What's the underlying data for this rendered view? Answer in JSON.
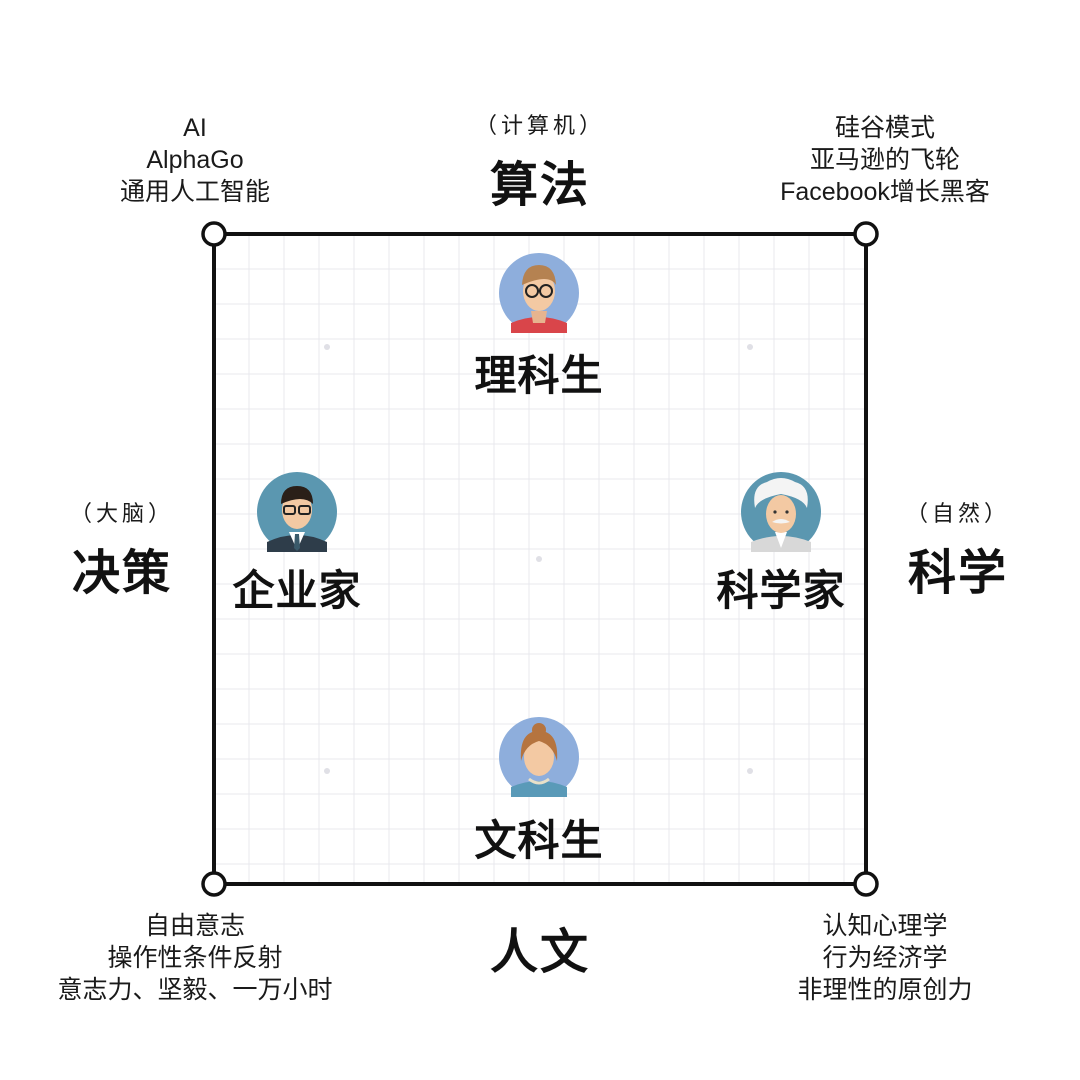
{
  "axes": {
    "top": {
      "sub": "（计算机）",
      "main": "算法"
    },
    "bottom": {
      "main": "人文"
    },
    "left": {
      "sub": "（大脑）",
      "main": "决策"
    },
    "right": {
      "sub": "（自然）",
      "main": "科学"
    }
  },
  "corners": {
    "top_left": [
      "AI",
      "AlphaGo",
      "通用人工智能"
    ],
    "top_right": [
      "硅谷模式",
      "亚马逊的飞轮",
      "Facebook增长黑客"
    ],
    "bottom_left": [
      "自由意志",
      "操作性条件反射",
      "意志力、坚毅、一万小时"
    ],
    "bottom_right": [
      "认知心理学",
      "行为经济学",
      "非理性的原创力"
    ]
  },
  "roles": {
    "top": {
      "label": "理科生",
      "icon": "science-student-avatar-icon"
    },
    "left": {
      "label": "企业家",
      "icon": "entrepreneur-avatar-icon"
    },
    "right": {
      "label": "科学家",
      "icon": "scientist-avatar-icon"
    },
    "bottom": {
      "label": "文科生",
      "icon": "humanities-student-avatar-icon"
    }
  },
  "colors": {
    "frame": "#111111",
    "grid": "#e9e9ee",
    "avatar_bg_blue": "#8eaedc",
    "avatar_bg_teal": "#5b97b0",
    "skin": "#f3c9a3"
  }
}
